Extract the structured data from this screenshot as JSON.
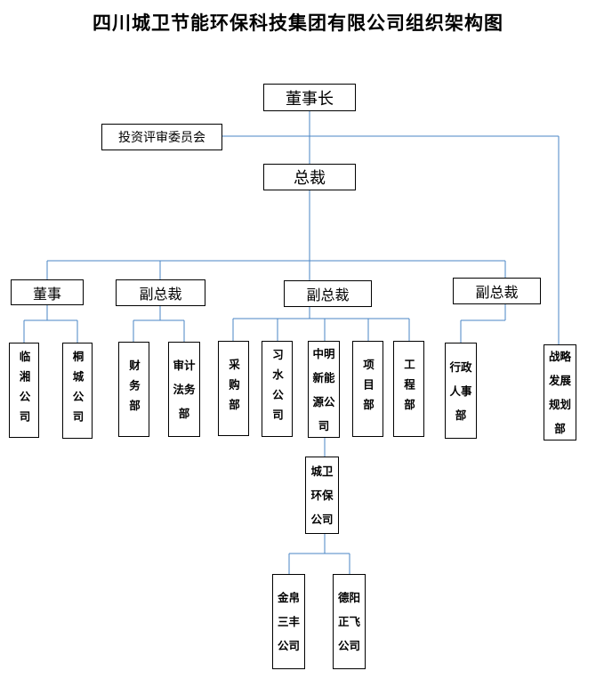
{
  "title": "四川城卫节能环保科技集团有限公司组织架构图",
  "nodes": {
    "chairman": "董事长",
    "investment_committee": "投资评审委员会",
    "president": "总裁",
    "board": "董事",
    "vp1": "副总裁",
    "vp2": "副总裁",
    "vp3": "副总裁",
    "linxiang": "临湘公司",
    "tongcheng": "桐城公司",
    "finance": "财务部",
    "audit_legal": [
      "审计",
      "法务",
      "部"
    ],
    "procurement": "采购部",
    "xishui": "习水公司",
    "zhongming": [
      "中明",
      "新能",
      "源公",
      "司"
    ],
    "project": "项目部",
    "engineering": "工程部",
    "admin_hr": [
      "行政",
      "人事",
      "部"
    ],
    "strategy": [
      "战略",
      "发展",
      "规划",
      "部"
    ],
    "chengwei_env": [
      "城卫",
      "环保",
      "公司"
    ],
    "jinbo": [
      "金帛",
      "三丰",
      "公司"
    ],
    "deyang": [
      "德阳",
      "正飞",
      "公司"
    ]
  },
  "colors": {
    "line": "#4a86c5",
    "border": "#000000"
  }
}
